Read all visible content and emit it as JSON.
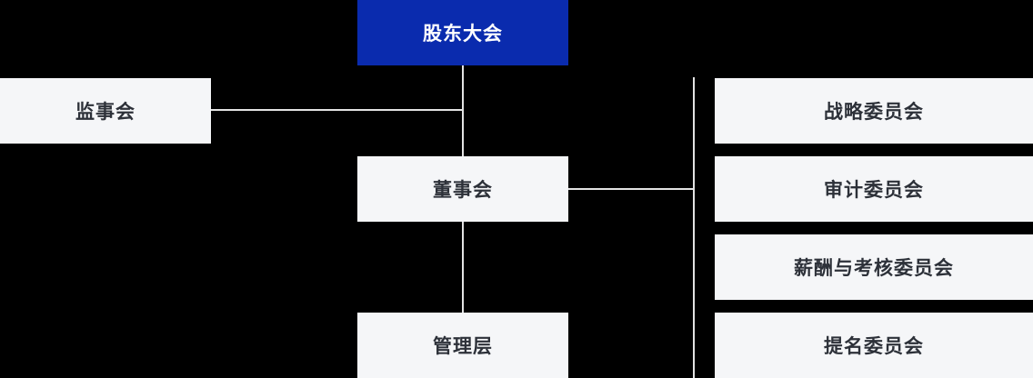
{
  "org_chart": {
    "colors": {
      "background": "#000000",
      "primary_bg": "#0A2BAE",
      "primary_text": "#FFFFFF",
      "node_bg": "#F5F6F8",
      "node_text": "#2D3139",
      "connector": "#E3E3E3"
    },
    "nodes": {
      "shareholders_meeting": {
        "label": "股东大会"
      },
      "supervisory_board": {
        "label": "监事会"
      },
      "board_of_directors": {
        "label": "董事会"
      },
      "management": {
        "label": "管理层"
      }
    },
    "committees": [
      {
        "label": "战略委员会"
      },
      {
        "label": "审计委员会"
      },
      {
        "label": "薪酬与考核委员会"
      },
      {
        "label": "提名委员会"
      }
    ]
  }
}
